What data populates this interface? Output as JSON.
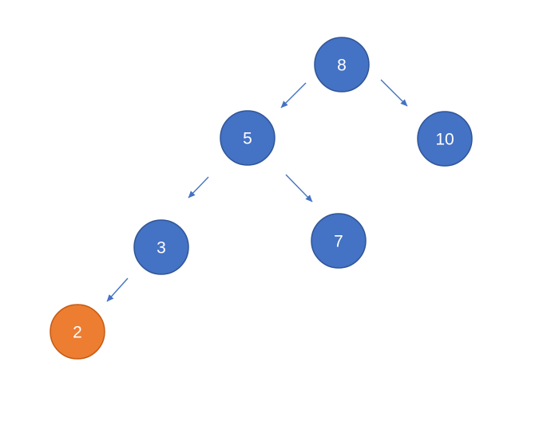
{
  "tree": {
    "description": "binary-search-tree-diagram",
    "background_color": "#FFFFFF",
    "edge_color": "#4472C4",
    "default_node_fill": "#4472C4",
    "default_node_border": "#2F5597",
    "highlight_node_fill": "#ED7D31",
    "highlight_node_border": "#C55A11",
    "label_color": "#FFFFFF",
    "nodes": [
      {
        "value": "8",
        "fill": "#4472C4",
        "border": "#2F5597",
        "text_color": "#FFFFFF",
        "highlighted": false
      },
      {
        "value": "5",
        "fill": "#4472C4",
        "border": "#2F5597",
        "text_color": "#FFFFFF",
        "highlighted": false
      },
      {
        "value": "10",
        "fill": "#4472C4",
        "border": "#2F5597",
        "text_color": "#FFFFFF",
        "highlighted": false
      },
      {
        "value": "3",
        "fill": "#4472C4",
        "border": "#2F5597",
        "text_color": "#FFFFFF",
        "highlighted": false
      },
      {
        "value": "7",
        "fill": "#4472C4",
        "border": "#2F5597",
        "text_color": "#FFFFFF",
        "highlighted": false
      },
      {
        "value": "2",
        "fill": "#ED7D31",
        "border": "#C55A11",
        "text_color": "#FFFFFF",
        "highlighted": true
      }
    ],
    "edges": [
      {
        "from": "8",
        "to": "5"
      },
      {
        "from": "8",
        "to": "10"
      },
      {
        "from": "5",
        "to": "3"
      },
      {
        "from": "5",
        "to": "7"
      },
      {
        "from": "3",
        "to": "2"
      }
    ]
  }
}
